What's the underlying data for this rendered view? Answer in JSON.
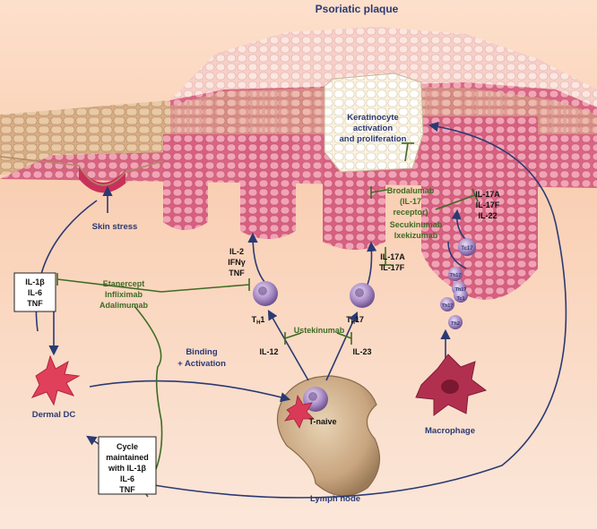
{
  "colors": {
    "background": "#f8c9ac",
    "skin_tan": "#d8b08b",
    "skin_pink": "#e58aa5",
    "plaque_top": "#f3c2c6",
    "arrow_navy": "#2b3a73",
    "inhibitor_green": "#3f6b24",
    "cell_purple": "#9a7db8",
    "macrophage": "#b2304f",
    "dermal_dc": "#e0405a",
    "lymph_node": "#a88a68"
  },
  "labels": {
    "title": "Psoriatic plaque",
    "keratinocyte": [
      "Keratinocyte",
      "activation",
      "and proliferation"
    ],
    "skin_stress": "Skin stress",
    "dermal_dc": "Dermal DC",
    "binding": [
      "Binding",
      "+ Activation"
    ],
    "t_naive": "T-naive",
    "lymph_node": "Lymph node",
    "macrophage": "Macrophage",
    "th1_main": "T",
    "th1_sub": "H",
    "th1_suffix": "1",
    "th17_main": "T",
    "th17_sub": "H",
    "th17_suffix": "17",
    "il12": "IL-12",
    "il23": "IL-23",
    "th1_cytokines": [
      "IL-2",
      "IFNγ",
      "TNF"
    ],
    "th17_cytokines": [
      "IL-17A",
      "IL-17F"
    ],
    "tc17_cytokines": [
      "IL-17A",
      "IL-17F",
      "IL-22"
    ],
    "small_cells": [
      "Tc17",
      "Th17",
      "Th17",
      "Tc1",
      "Th17",
      "Th2"
    ]
  },
  "boxes": {
    "left": [
      "IL-1β",
      "IL-6",
      "TNF"
    ],
    "cycle": [
      "Cycle",
      "maintained",
      "with IL-1β",
      "IL-6",
      "TNF"
    ]
  },
  "drugs": {
    "tnf_inhibitors": [
      "Etanercept",
      "Infliximab",
      "Adalimumab"
    ],
    "il17r": [
      "Brodalumab",
      "(IL-17",
      "receptor)"
    ],
    "il17a": [
      "Secukinumab",
      "Ixekizumab"
    ],
    "il12_23": "Ustekinumab"
  }
}
